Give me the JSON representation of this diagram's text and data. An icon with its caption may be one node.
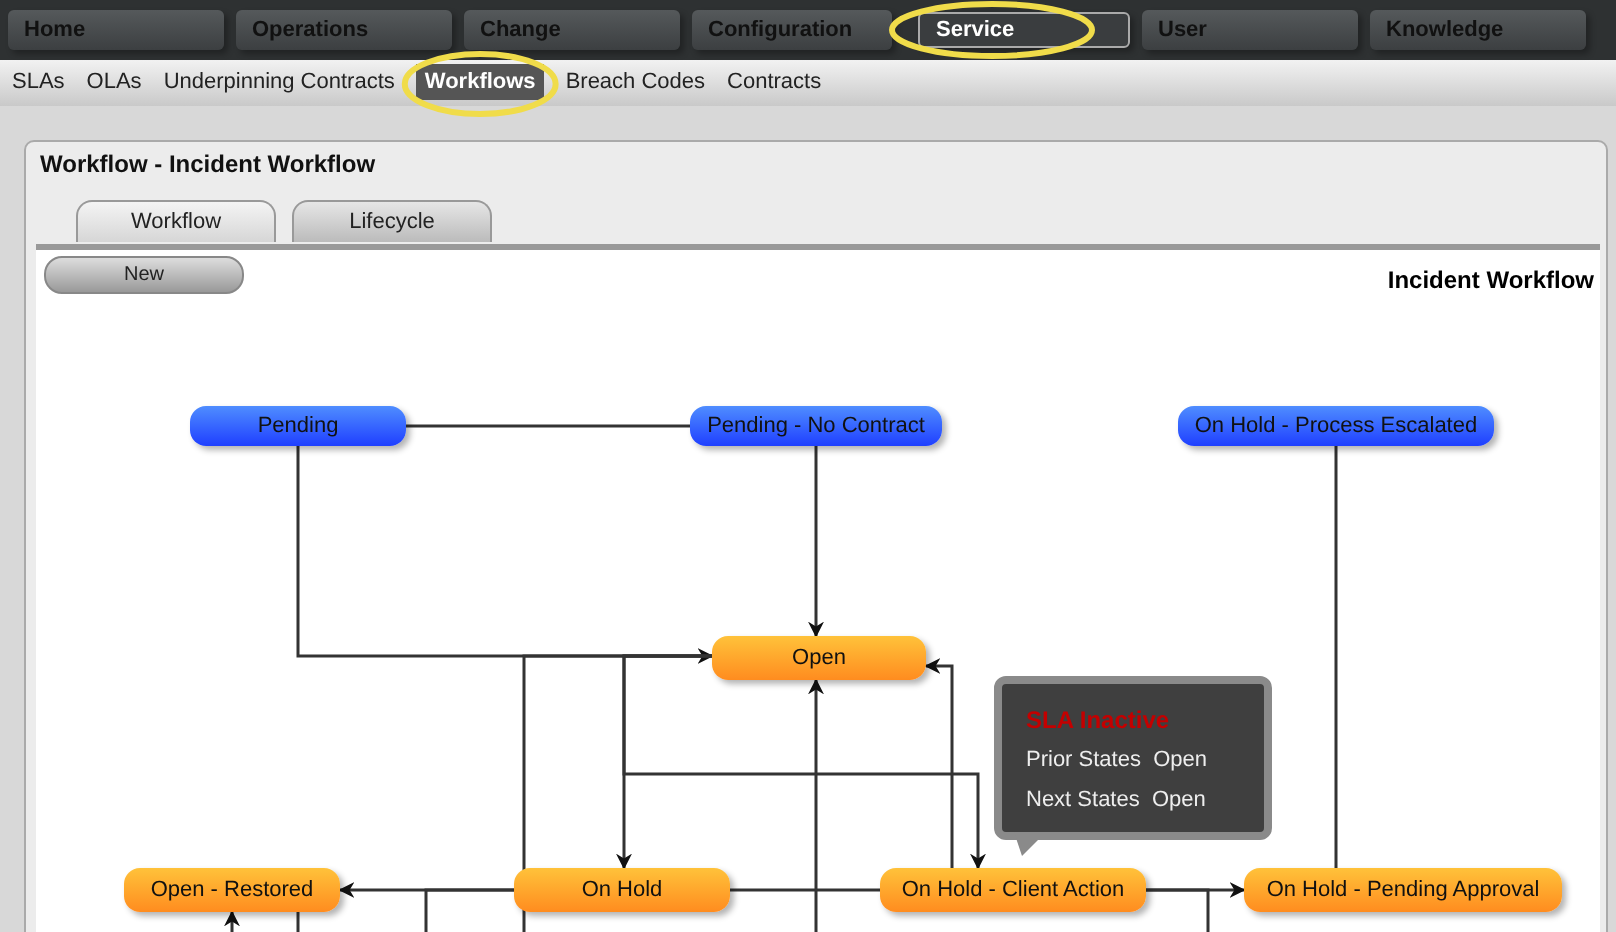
{
  "diagram": {
    "nodes": [
      {
        "text": [
          "Home"
        ]
      },
      {
        "text": [
          "Operations"
        ]
      },
      {
        "text": [
          "Change"
        ]
      },
      {
        "text": [
          "Configuration"
        ]
      },
      {
        "text": [
          "Service"
        ]
      },
      {
        "text": [
          "User"
        ]
      },
      {
        "text": [
          "Knowledge"
        ]
      },
      {
        "text": [
          "Pending"
        ]
      },
      {
        "text": [
          "Pending - No Contract"
        ]
      },
      {
        "text": [
          "On Hold - Process Escalated"
        ]
      },
      {
        "text": [
          "Open"
        ]
      },
      {
        "text": [
          "Open - Restored"
        ]
      },
      {
        "text": [
          "On Hold"
        ]
      },
      {
        "text": [
          "On Hold - Client Action"
        ]
      },
      {
        "text": [
          "On Hold - Pending Approval"
        ]
      },
      {
        "text": [
          "SLA Inactive",
          "Prior States  Open",
          "Next States  Open"
        ]
      }
    ],
    "edges": [
      {
        "from": 7,
        "to": 10,
        "arrow": "to"
      },
      {
        "from": 8,
        "to": 10,
        "arrow": "to"
      },
      {
        "from": 7,
        "to": 8,
        "arrow": "none"
      },
      {
        "from": 10,
        "to": 12,
        "arrow": "to"
      },
      {
        "from": 10,
        "to": 13,
        "arrow": "to"
      },
      {
        "from": 13,
        "to": 10,
        "arrow": "to"
      },
      {
        "from": 12,
        "to": 11,
        "arrow": "to"
      },
      {
        "from": 12,
        "to": 13,
        "arrow": "none"
      },
      {
        "from": 13,
        "to": 14,
        "arrow": "to"
      },
      {
        "from": 9,
        "to": 14,
        "arrow": "none"
      },
      {
        "from": null,
        "to": 10,
        "arrow": "to"
      },
      {
        "from": null,
        "to": 11,
        "arrow": "to"
      },
      {
        "from": 10,
        "to": null,
        "arrow": "none"
      },
      {
        "from": 12,
        "to": null,
        "arrow": "none"
      },
      {
        "from": 11,
        "to": null,
        "arrow": "none"
      },
      {
        "from": 13,
        "to": null,
        "arrow": "none"
      }
    ],
    "labels": [
      "SLAs",
      "OLAs",
      "Underpinning Contracts",
      "Workflows",
      "Breach Codes",
      "Contracts",
      "Workflow - Incident Workflow",
      "Workflow",
      "Lifecycle",
      "New",
      "Incident Workflow"
    ]
  }
}
